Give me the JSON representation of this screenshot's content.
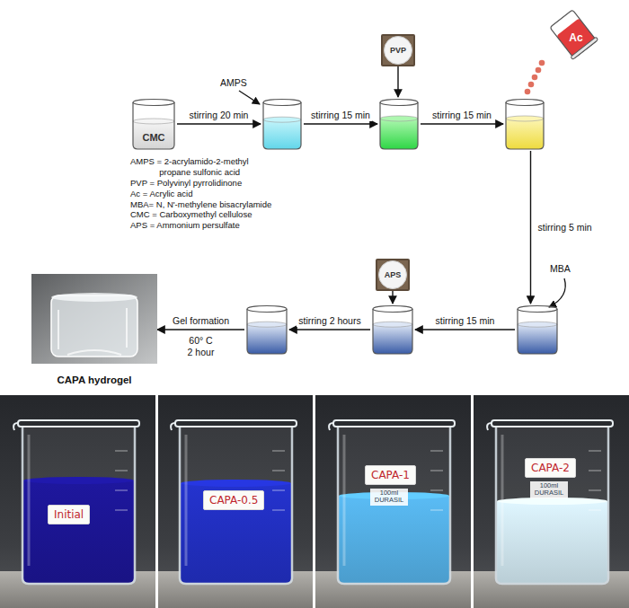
{
  "diagram": {
    "nodes": [
      {
        "text": [
          "CMC"
        ]
      },
      {
        "text": []
      },
      {
        "text": [
          "PVP"
        ]
      },
      {
        "text": []
      },
      {
        "text": [
          "Ac"
        ]
      },
      {
        "text": []
      },
      {
        "text": []
      },
      {
        "text": [
          "APS"
        ]
      },
      {
        "text": []
      },
      {
        "text": []
      },
      {
        "text": [
          "CAPA hydrogel"
        ]
      },
      {
        "text": [
          "Initial"
        ]
      },
      {
        "text": [
          "CAPA-0.5"
        ]
      },
      {
        "text": [
          "CAPA-1",
          "100ml DURASIL"
        ]
      },
      {
        "text": [
          "CAPA-2",
          "100ml DURASIL"
        ]
      }
    ],
    "edges": [
      {
        "from": 0,
        "to": 1,
        "arrow": "to",
        "label": "stirring 20 min"
      },
      {
        "from": 1,
        "to": 3,
        "arrow": "to",
        "label": "stirring 15 min"
      },
      {
        "from": 2,
        "to": 3,
        "arrow": "to"
      },
      {
        "from": 3,
        "to": 5,
        "arrow": "to",
        "label": "stirring 15 min"
      },
      {
        "from": 5,
        "to": 6,
        "arrow": "to",
        "label": "stirring 5 min"
      },
      {
        "from": 6,
        "to": 8,
        "arrow": "to",
        "label": "stirring 15 min"
      },
      {
        "from": 7,
        "to": 8,
        "arrow": "to"
      },
      {
        "from": 8,
        "to": 9,
        "arrow": "to",
        "label": "stirring 2 hours"
      },
      {
        "from": 9,
        "to": 10,
        "arrow": "to",
        "label": "Gel formation"
      }
    ],
    "labels": [
      "AMPS",
      "MBA",
      "60° C 2 hour",
      "AMPS = 2-acrylamido-2-methyl propane sulfonic acid",
      "PVP = Polyvinyl pyrrolidinone",
      "Ac = Acrylic acid",
      "MBA= N, N'-methylene bisacrylamide",
      "CMC = Carboxymethyl cellulose",
      "APS = Ammonium persulfate"
    ]
  }
}
